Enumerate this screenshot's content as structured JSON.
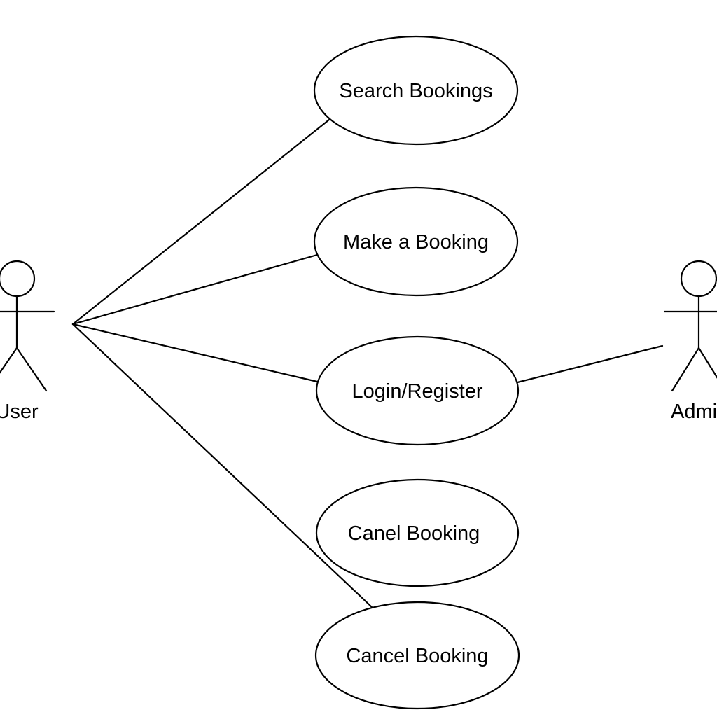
{
  "actors": [
    {
      "id": "user",
      "label": "User"
    },
    {
      "id": "admin",
      "label": "Admin"
    }
  ],
  "use_cases": [
    {
      "id": "search",
      "label": "Search Bookings"
    },
    {
      "id": "make",
      "label": "Make a Booking"
    },
    {
      "id": "login",
      "label": "Login/Register"
    },
    {
      "id": "canel",
      "label": "Canel Booking"
    },
    {
      "id": "cancel",
      "label": "Cancel Booking"
    }
  ],
  "associations": [
    {
      "from": "user",
      "to": "search"
    },
    {
      "from": "user",
      "to": "make"
    },
    {
      "from": "user",
      "to": "login"
    },
    {
      "from": "user",
      "to": "cancel"
    },
    {
      "from": "admin",
      "to": "login"
    }
  ],
  "colors": {
    "stroke": "#000000",
    "background": "#ffffff"
  }
}
